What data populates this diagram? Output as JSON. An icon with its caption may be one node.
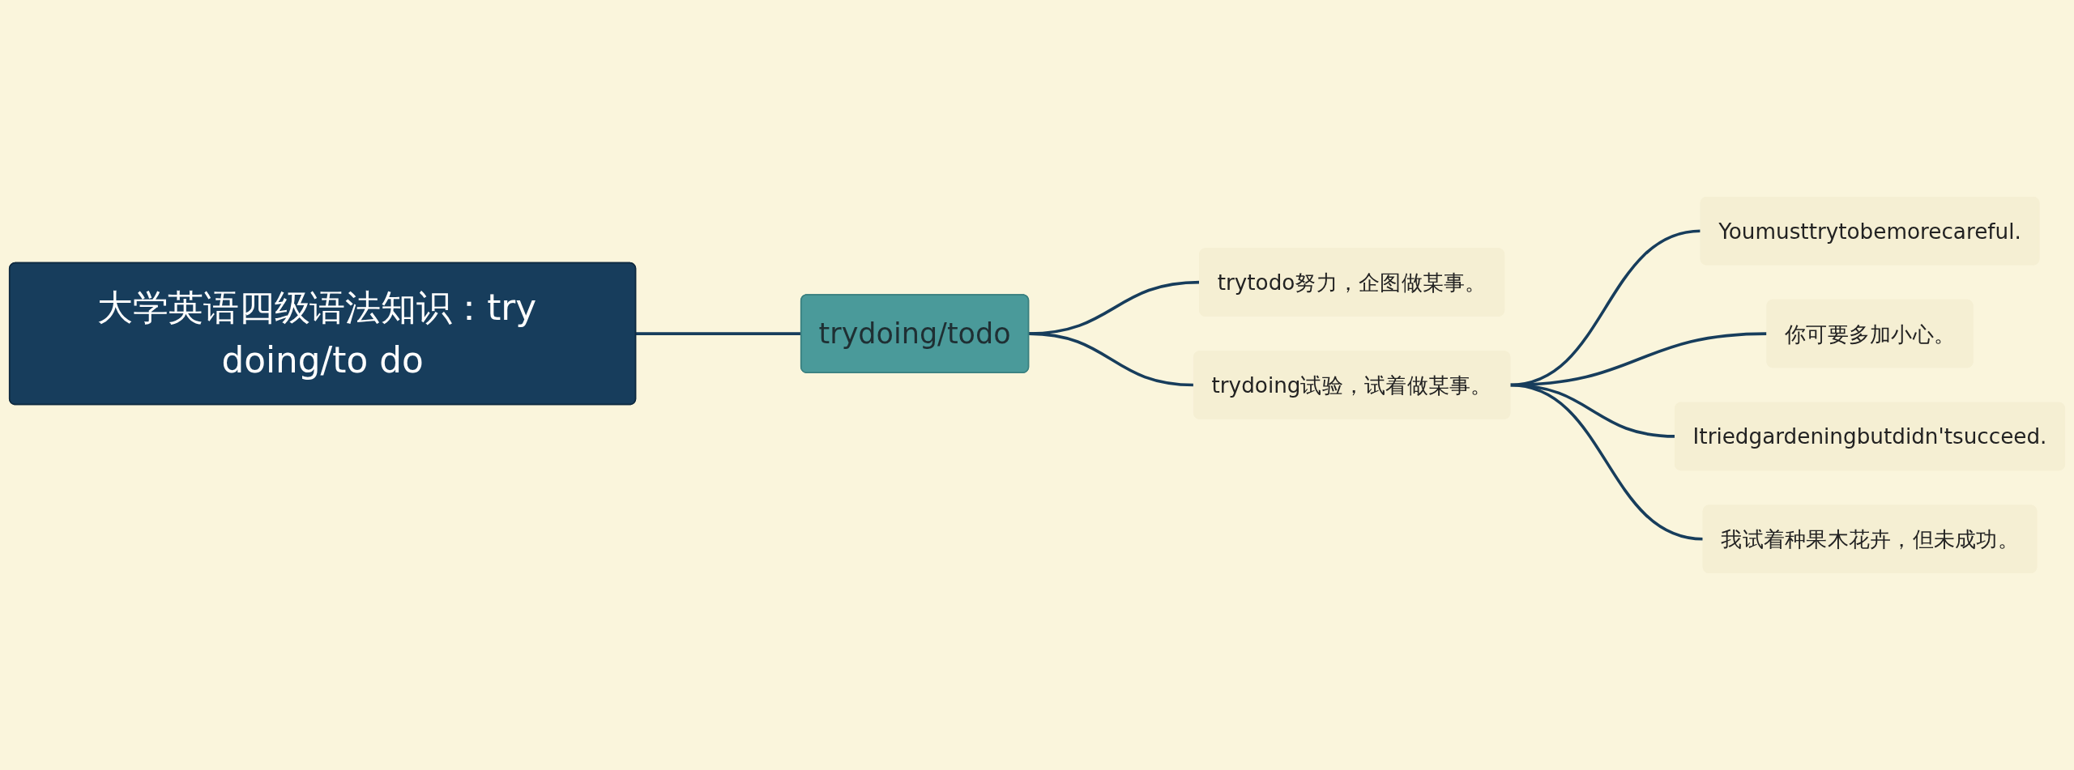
{
  "diagram": {
    "nodes": [
      {
        "text": [
          "大学英语四级语法知识：try doing/to do"
        ]
      },
      {
        "text": [
          "trydoing/todo"
        ]
      },
      {
        "text": [
          "trytodo努力，企图做某事。"
        ]
      },
      {
        "text": [
          "trydoing试验，试着做某事。"
        ]
      },
      {
        "text": [
          "Youmusttrytobemorecareful."
        ]
      },
      {
        "text": [
          "你可要多加小心。"
        ]
      },
      {
        "text": [
          "Itriedgardeningbutdidn'tsucceed."
        ]
      },
      {
        "text": [
          "我试着种果木花卉，但未成功。"
        ]
      }
    ],
    "edges": [
      {
        "from": 0,
        "to": 1,
        "arrow": "none"
      },
      {
        "from": 1,
        "to": 2,
        "arrow": "none"
      },
      {
        "from": 1,
        "to": 3,
        "arrow": "none"
      },
      {
        "from": 3,
        "to": 4,
        "arrow": "none"
      },
      {
        "from": 3,
        "to": 5,
        "arrow": "none"
      },
      {
        "from": 3,
        "to": 6,
        "arrow": "none"
      },
      {
        "from": 3,
        "to": 7,
        "arrow": "none"
      }
    ]
  }
}
